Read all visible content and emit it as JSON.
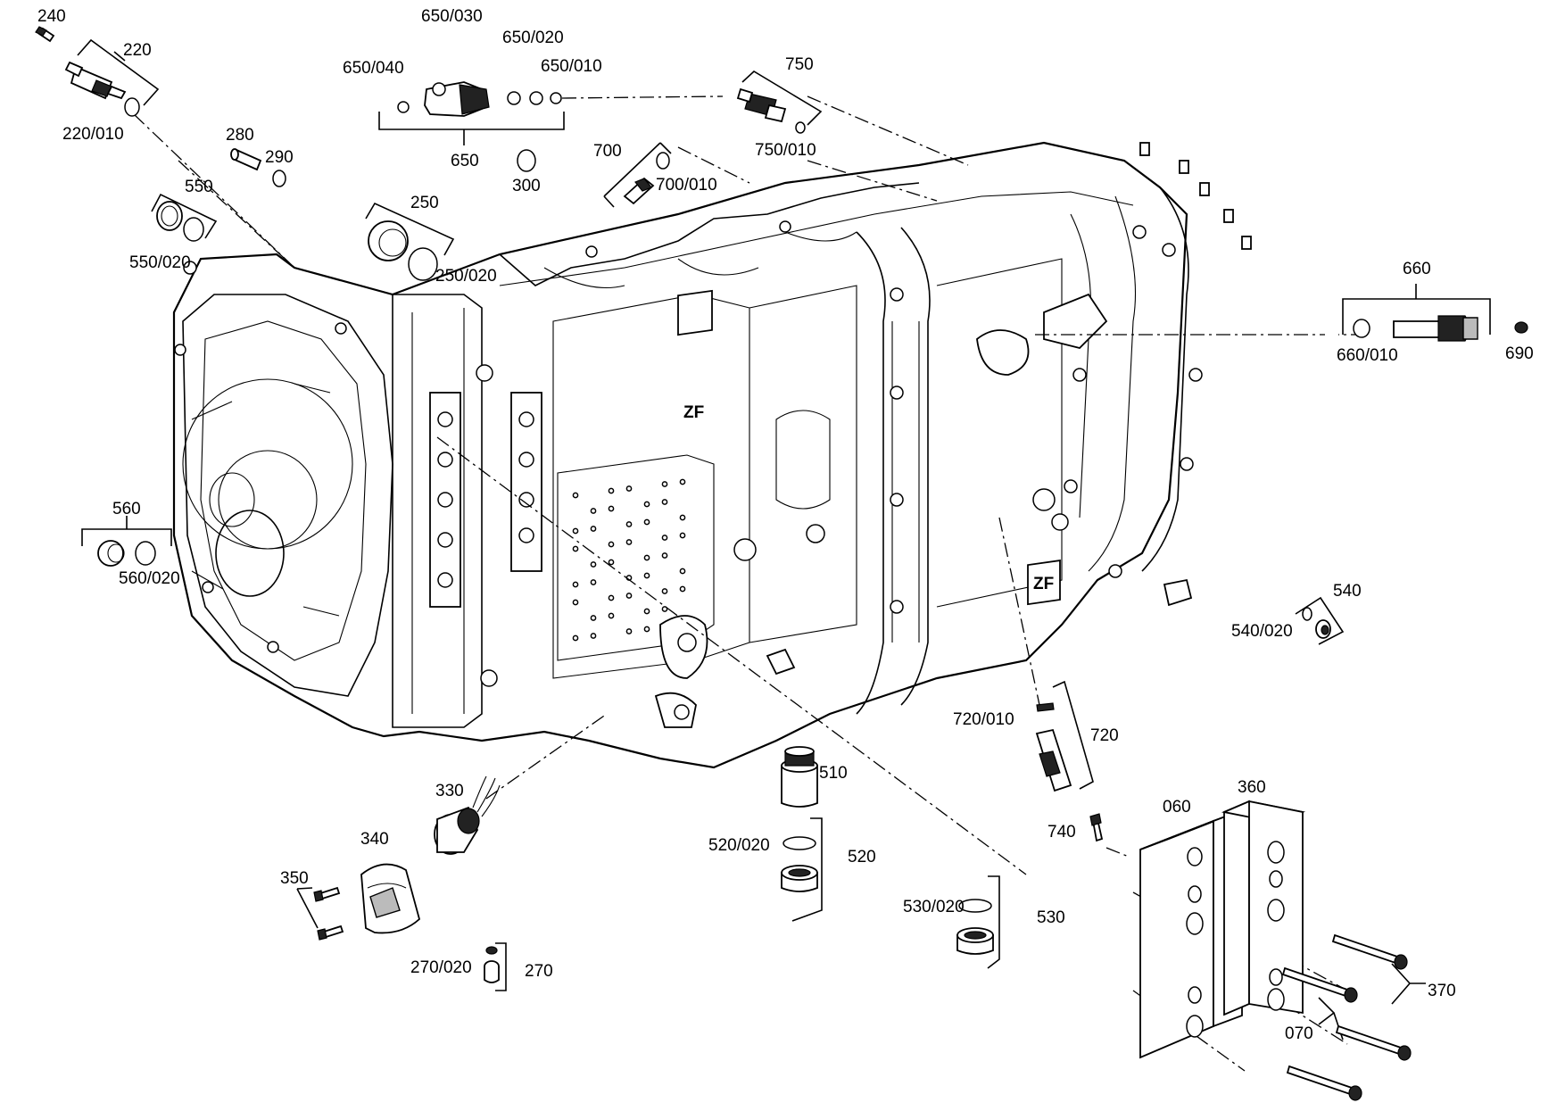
{
  "diagram": {
    "labels": {
      "p240": "240",
      "p220": "220",
      "p220_010": "220/010",
      "p650_030": "650/030",
      "p650_020": "650/020",
      "p650_040": "650/040",
      "p650_010": "650/010",
      "p650": "650",
      "p300": "300",
      "p750": "750",
      "p750_010": "750/010",
      "p280": "280",
      "p290": "290",
      "p700": "700",
      "p700_010": "700/010",
      "p550": "550",
      "p550_020": "550/020",
      "p250": "250",
      "p250_020": "250/020",
      "p660": "660",
      "p660_010": "660/010",
      "p690": "690",
      "p560": "560",
      "p560_020": "560/020",
      "p540": "540",
      "p540_020": "540/020",
      "p720_010": "720/010",
      "p720": "720",
      "p330": "330",
      "p510": "510",
      "p340": "340",
      "p520_020": "520/020",
      "p520": "520",
      "p740": "740",
      "p060": "060",
      "p360": "360",
      "p350": "350",
      "p530_020": "530/020",
      "p530": "530",
      "p270_020": "270/020",
      "p270": "270",
      "p370": "370",
      "p070": "070"
    },
    "housing_marks": {
      "logo_left": "ZF",
      "logo_right": "ZF"
    }
  }
}
